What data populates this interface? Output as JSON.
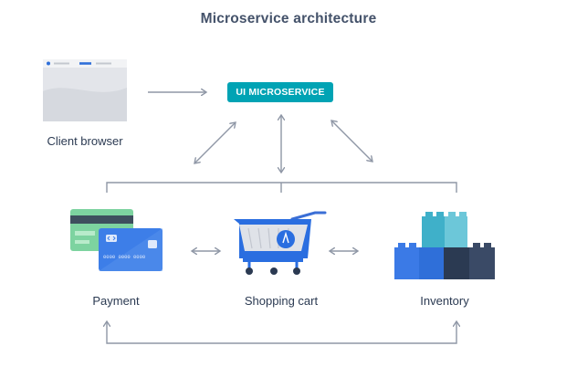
{
  "title": "Microservice architecture",
  "nodes": {
    "client_browser": "Client browser",
    "ui_microservice": "UI MICROSERVICE",
    "payment": "Payment",
    "shopping_cart": "Shopping cart",
    "inventory": "Inventory"
  },
  "colors": {
    "title": "#44526a",
    "text": "#2b3a52",
    "arrow": "#8f97a6",
    "ui_badge": "#00a3b4",
    "card_green": "#7dd3a0",
    "card_blue": "#3d7ee8",
    "cart_gray": "#c9ccd4",
    "cart_blue": "#2a6ee0",
    "block_blue": "#2f6fd9",
    "block_navy": "#2b3a52",
    "block_teal": "#3fb0c9"
  },
  "icons": {
    "client_browser": "browser-window-icon",
    "payment": "credit-cards-icon",
    "shopping_cart": "shopping-cart-icon",
    "inventory": "building-blocks-icon"
  }
}
